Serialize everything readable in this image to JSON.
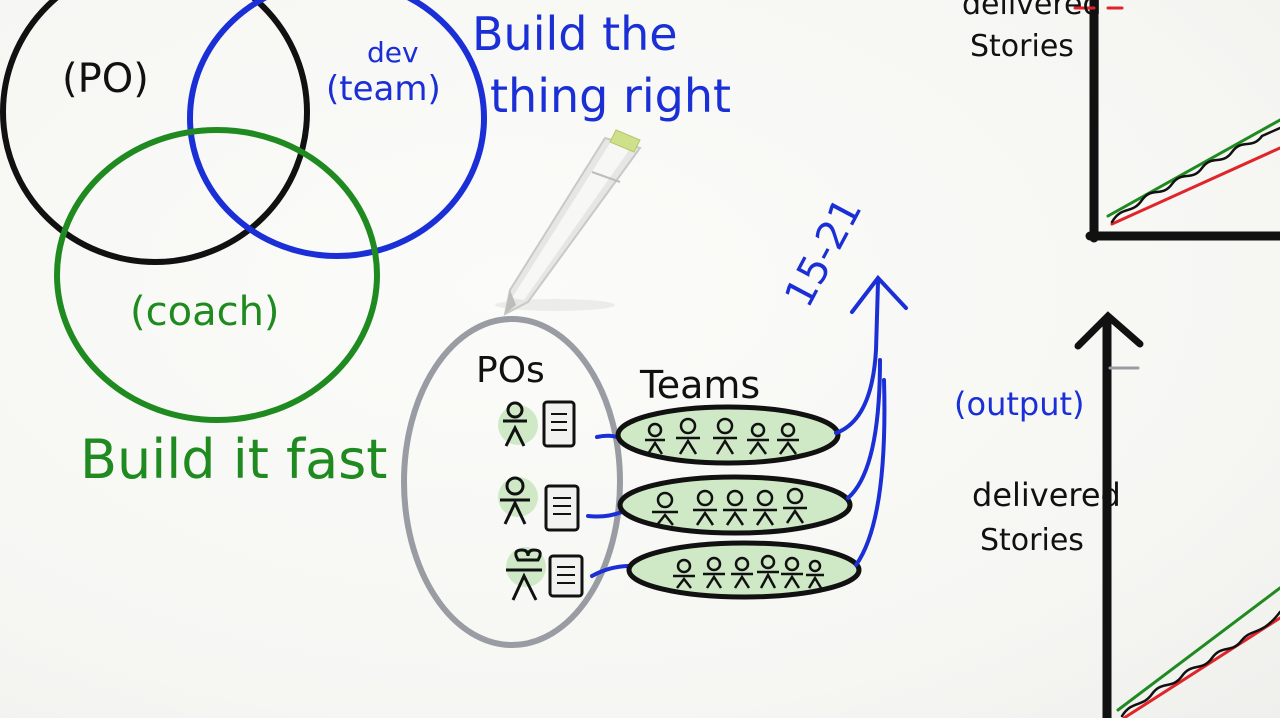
{
  "venn": {
    "po_label": "(PO)",
    "dev_label_1": "dev",
    "dev_label_2": "(team)",
    "coach_label": "(coach)",
    "build_right_1": "Build the",
    "build_right_2": "thing right",
    "build_fast": "Build it fast"
  },
  "teams_diagram": {
    "pos_label": "POs",
    "teams_label": "Teams",
    "arrow_label": "15-21"
  },
  "charts": {
    "top_ylabel_1": "delivered",
    "top_ylabel_2": "Stories",
    "bottom_output": "(output)",
    "bottom_ylabel_1": "delivered",
    "bottom_ylabel_2": "Stories"
  },
  "colors": {
    "black": "#111111",
    "blue": "#1a2fd6",
    "green": "#1f8a1f",
    "gray": "#9a9ca3",
    "team_fill": "#cfe9c7",
    "red": "#e0242a"
  }
}
